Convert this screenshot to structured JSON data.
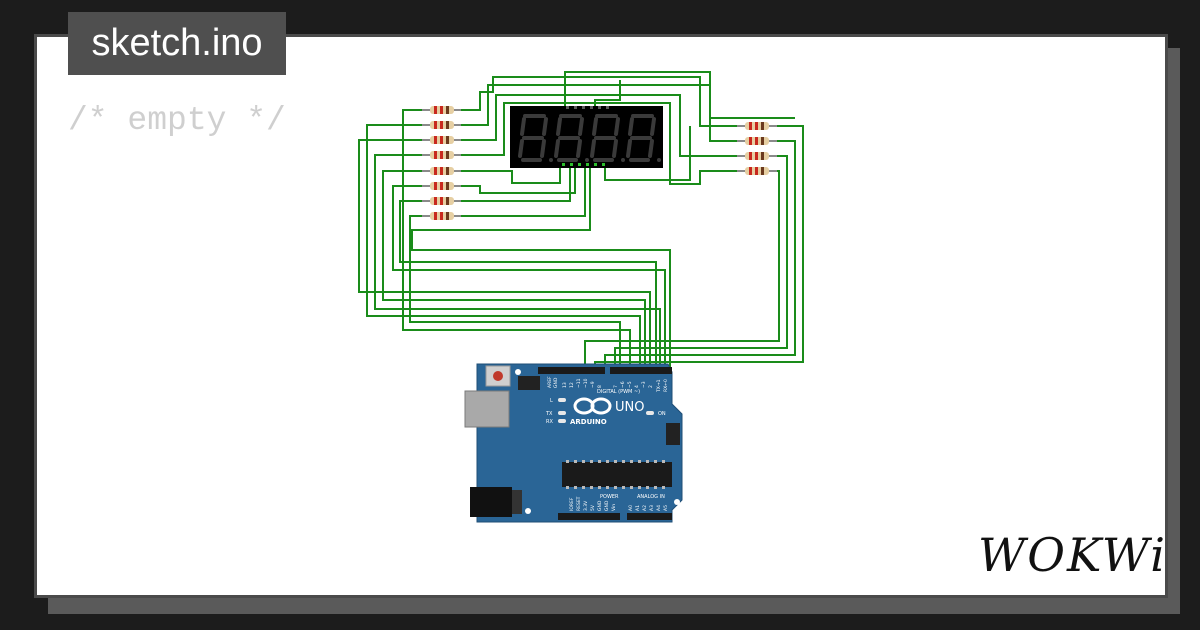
{
  "tab": {
    "filename": "sketch.ino"
  },
  "editor": {
    "code_line": "/* empty */"
  },
  "brand": {
    "logo_text": "WOKWi"
  },
  "board": {
    "model": "UNO",
    "brand": "ARDUINO",
    "labels": {
      "digital": "DIGITAL (PWM ~)",
      "analog": "ANALOG IN",
      "power": "POWER",
      "on": "ON",
      "led_l": "L",
      "led_tx": "TX",
      "led_rx": "RX",
      "aref": "AREF",
      "gnd": "GND",
      "ioref": "IOREF",
      "reset": "RESET",
      "v33": "3.3V",
      "v5": "5V",
      "vin": "Vin"
    },
    "digital_pins": [
      "13",
      "12",
      "~11",
      "~10",
      "~9",
      "8",
      "7",
      "~6",
      "~5",
      "4",
      "~3",
      "2",
      "TX→1",
      "RX←0"
    ],
    "analog_pins": [
      "A0",
      "A1",
      "A2",
      "A3",
      "A4",
      "A5"
    ]
  },
  "colors": {
    "wire": "#1a8c1a",
    "board": "#2a6596",
    "display_bg": "#000000",
    "segment_off": "#3a3a3a",
    "resistor_body": "#e6cfa3",
    "resistor_band_red": "#c8281e"
  }
}
